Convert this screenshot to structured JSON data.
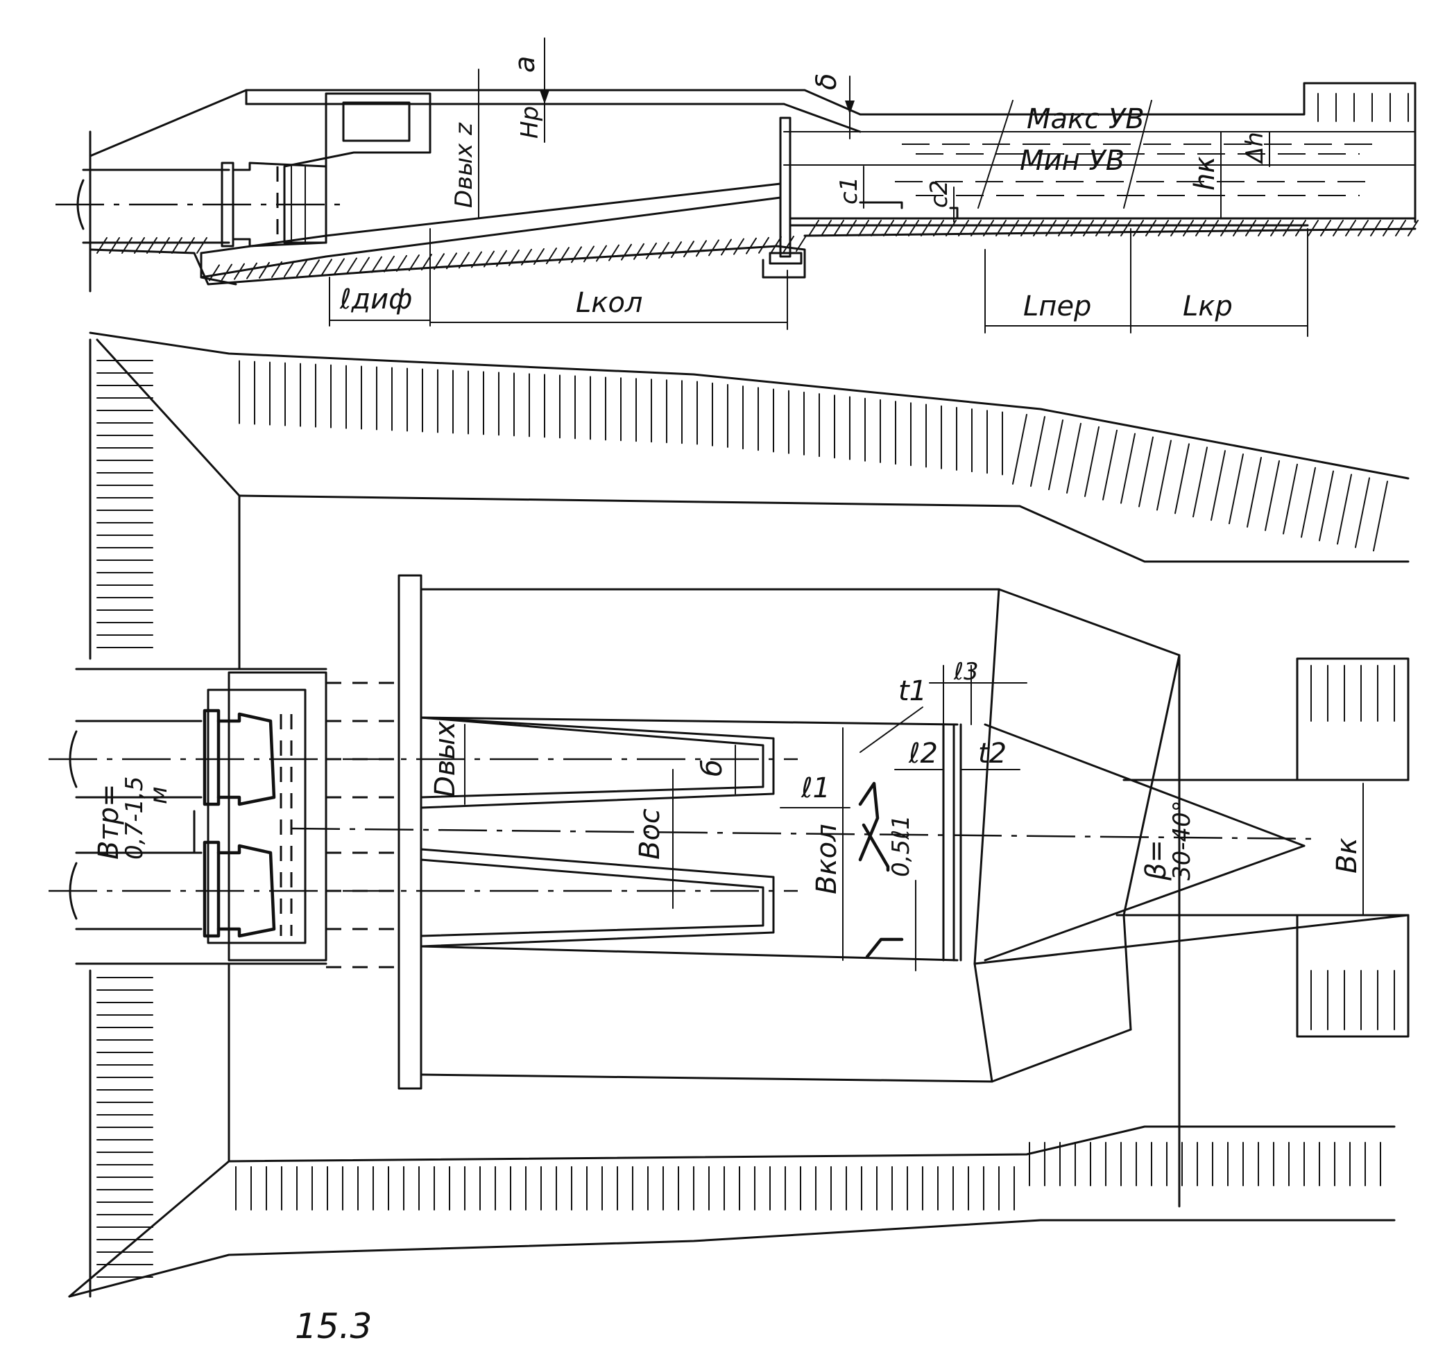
{
  "section": {
    "labels": {
      "a": "a",
      "delta": "δ",
      "z": "z",
      "d_vykh": "Dвых",
      "h_r": "Hр",
      "max_water": "Макс УВ",
      "min_water": "Мин УВ",
      "c1": "c1",
      "c2": "c2",
      "h_k": "hк",
      "delta_h": "Δh",
      "l_dif": "ℓдиф",
      "l_kol": "Lкол",
      "l_per": "Lпер",
      "l_kr": "Lкр"
    }
  },
  "plan": {
    "labels": {
      "b_tr": "Bтр=",
      "b_tr_value": "0,7-1,5",
      "b_tr_unit": "м",
      "d_vykh": "Dвых",
      "b": "б",
      "b_os": "Bос",
      "l1": "ℓ1",
      "b_kol": "Bкол",
      "t1": "t1",
      "l2": "ℓ2",
      "t2": "t2",
      "l3": "ℓ3",
      "half_l1": "0,5ℓ1",
      "beta": "β=",
      "beta_value": "30-40°",
      "b_k": "Bк"
    }
  },
  "figure_number": "15.3"
}
